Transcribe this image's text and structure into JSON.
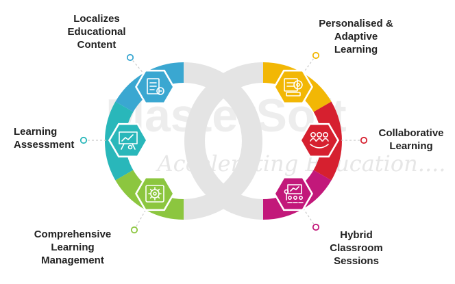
{
  "watermark": {
    "brand": "MasterSoft",
    "tagline": "Accelerating Education....",
    "color": "#ececec"
  },
  "colors": {
    "ring_gray": "#e4e4e4",
    "connector": "#c9c9c9",
    "icon_stroke": "#ffffff"
  },
  "features": [
    {
      "id": "localizes-educational-content",
      "lines": [
        "Localizes",
        "Educational",
        "Content"
      ],
      "side": "left",
      "color": "#3aa7d1",
      "icon": "document-content-icon"
    },
    {
      "id": "learning-assessment",
      "lines": [
        "Learning",
        "Assessment"
      ],
      "side": "left",
      "color": "#29b7ba",
      "icon": "assessment-board-icon"
    },
    {
      "id": "comprehensive-learning-management",
      "lines": [
        "Comprehensive",
        "Learning",
        "Management"
      ],
      "side": "left",
      "color": "#8cc63f",
      "icon": "management-gear-icon"
    },
    {
      "id": "personalised-adaptive-learning",
      "lines": [
        "Personalised &",
        "Adaptive",
        "Learning"
      ],
      "side": "right",
      "color": "#f2b705",
      "icon": "adaptive-learning-icon"
    },
    {
      "id": "collaborative-learning",
      "lines": [
        "Collaborative",
        "Learning"
      ],
      "side": "right",
      "color": "#d6202f",
      "icon": "collaboration-group-icon"
    },
    {
      "id": "hybrid-classroom-sessions",
      "lines": [
        "Hybrid",
        "Classroom",
        "Sessions"
      ],
      "side": "right",
      "color": "#c2187a",
      "icon": "classroom-session-icon"
    }
  ]
}
